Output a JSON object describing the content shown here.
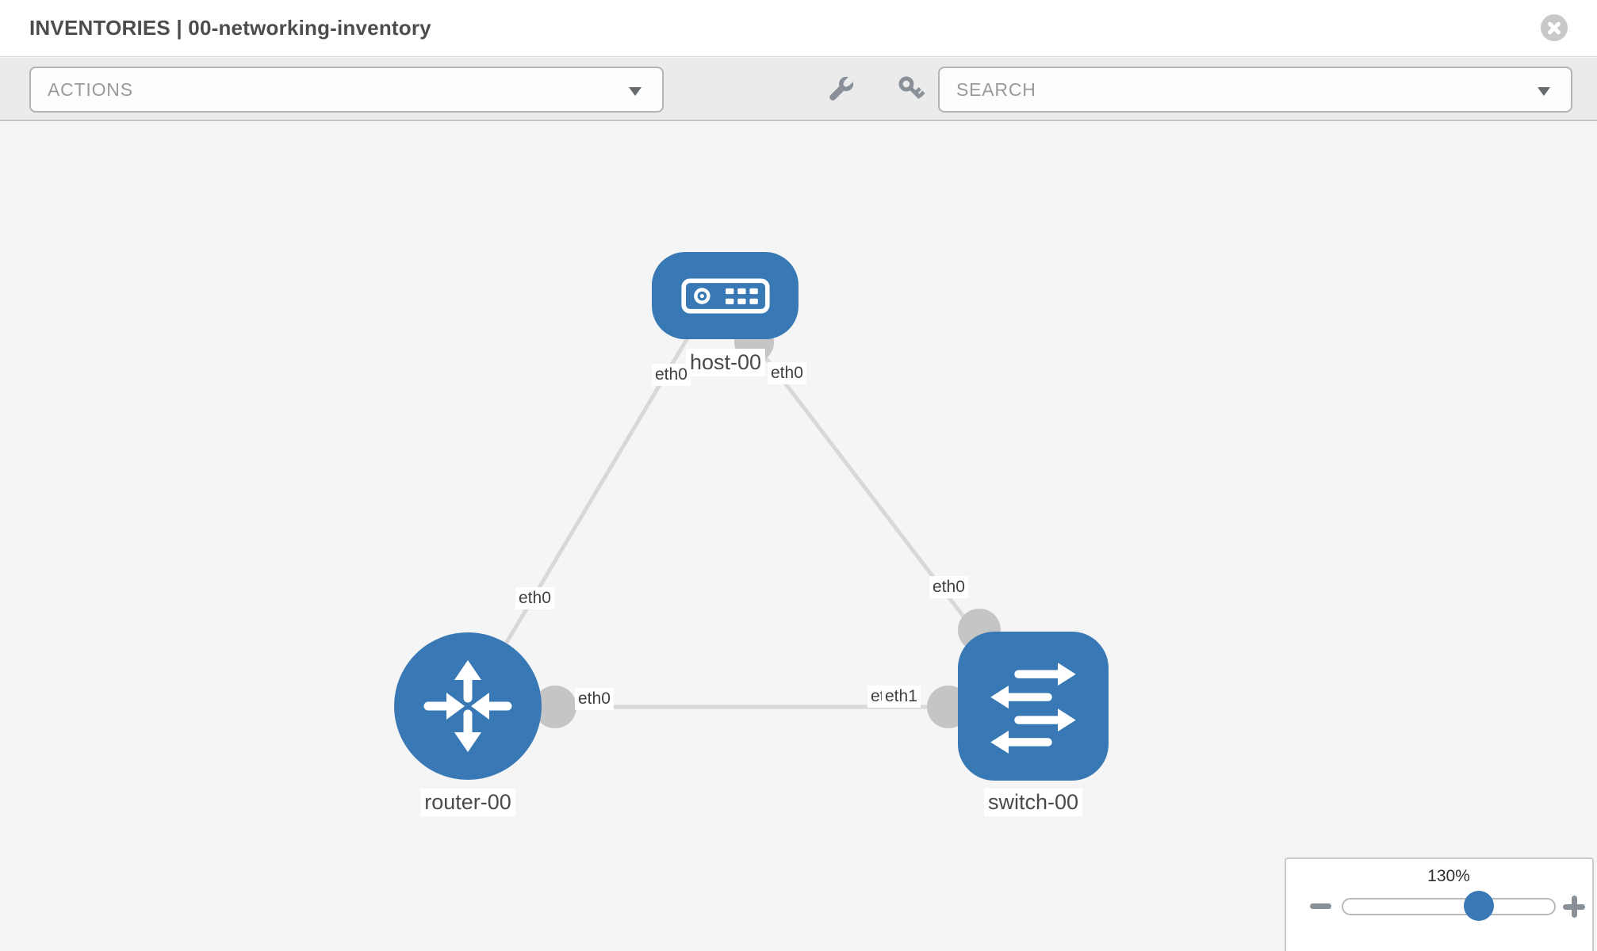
{
  "header": {
    "title": "INVENTORIES | 00-networking-inventory"
  },
  "toolbar": {
    "actions_label": "ACTIONS",
    "search_placeholder": "SEARCH",
    "tool_icons": [
      "wrench-icon",
      "key-icon"
    ]
  },
  "topology": {
    "nodes": [
      {
        "label": "host-00",
        "type": "host"
      },
      {
        "label": "router-00",
        "type": "router"
      },
      {
        "label": "switch-00",
        "type": "switch"
      }
    ],
    "links": [
      {
        "from": "host-00",
        "from_if": "eth0",
        "to": "router-00",
        "to_if": "eth0"
      },
      {
        "from": "host-00",
        "from_if": "eth0",
        "to": "switch-00",
        "to_if": "eth0"
      },
      {
        "from": "router-00",
        "from_if": "eth0",
        "to": "switch-00",
        "to_if": "eth1"
      }
    ],
    "interface_labels": {
      "host_left": "eth0",
      "host_right": "eth0",
      "router_top": "eth0",
      "switch_top": "eth0",
      "router_right": "eth0",
      "switch_left_back": "eth1",
      "switch_left": "eth1"
    },
    "colors": {
      "node_blue": "#3879b5",
      "link_gray": "#d8d8d8",
      "port_gray": "#c5c5c5"
    }
  },
  "zoom_control": {
    "level": "130%"
  }
}
